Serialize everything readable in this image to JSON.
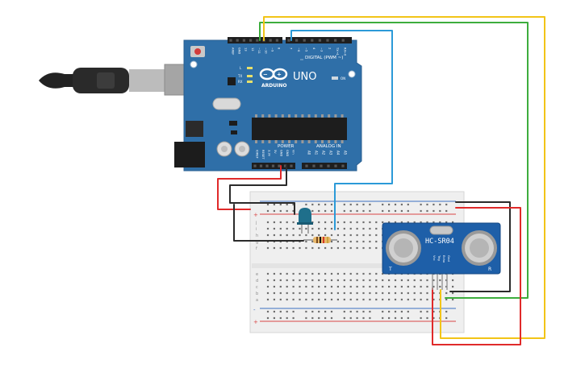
{
  "board": {
    "logo_text": "ARDUINO",
    "model": "UNO",
    "on_label": "ON",
    "digital_label": "DIGITAL (PWM ~)",
    "power_label": "POWER",
    "analog_label": "ANALOG IN",
    "led_labels": [
      "L",
      "TX",
      "RX"
    ],
    "top_pins": [
      "AREF",
      "GND",
      "13",
      "12",
      "~11",
      "~10",
      "~9",
      "8",
      "7",
      "~6",
      "~5",
      "4",
      "~3",
      "2",
      "TX→1",
      "RX←0"
    ],
    "power_pins": [
      "IOREF",
      "RESET",
      "3.3V",
      "5V",
      "GND",
      "GND",
      "Vin"
    ],
    "analog_pins": [
      "A0",
      "A1",
      "A2",
      "A3",
      "A4",
      "A5"
    ]
  },
  "sensor": {
    "label": "HC-SR04",
    "pins": [
      "Vcc",
      "Trig",
      "Echo",
      "Gnd"
    ],
    "corner_left": "T",
    "corner_right": "R"
  },
  "breadboard": {
    "row_letters_top": [
      "j",
      "i",
      "h",
      "g",
      "f"
    ],
    "row_letters_bottom": [
      "e",
      "d",
      "c",
      "b",
      "a"
    ],
    "rail_marks": [
      "-",
      "+"
    ]
  },
  "colors": {
    "board": "#2f6fa8",
    "wire_red": "#e02a2a",
    "wire_black": "#2b2b2b",
    "wire_green": "#3dad3d",
    "wire_yellow": "#f2c417",
    "wire_blue": "#2b9ad8",
    "led": "#1f6f8b",
    "sensor_board": "#1e5fa8"
  }
}
